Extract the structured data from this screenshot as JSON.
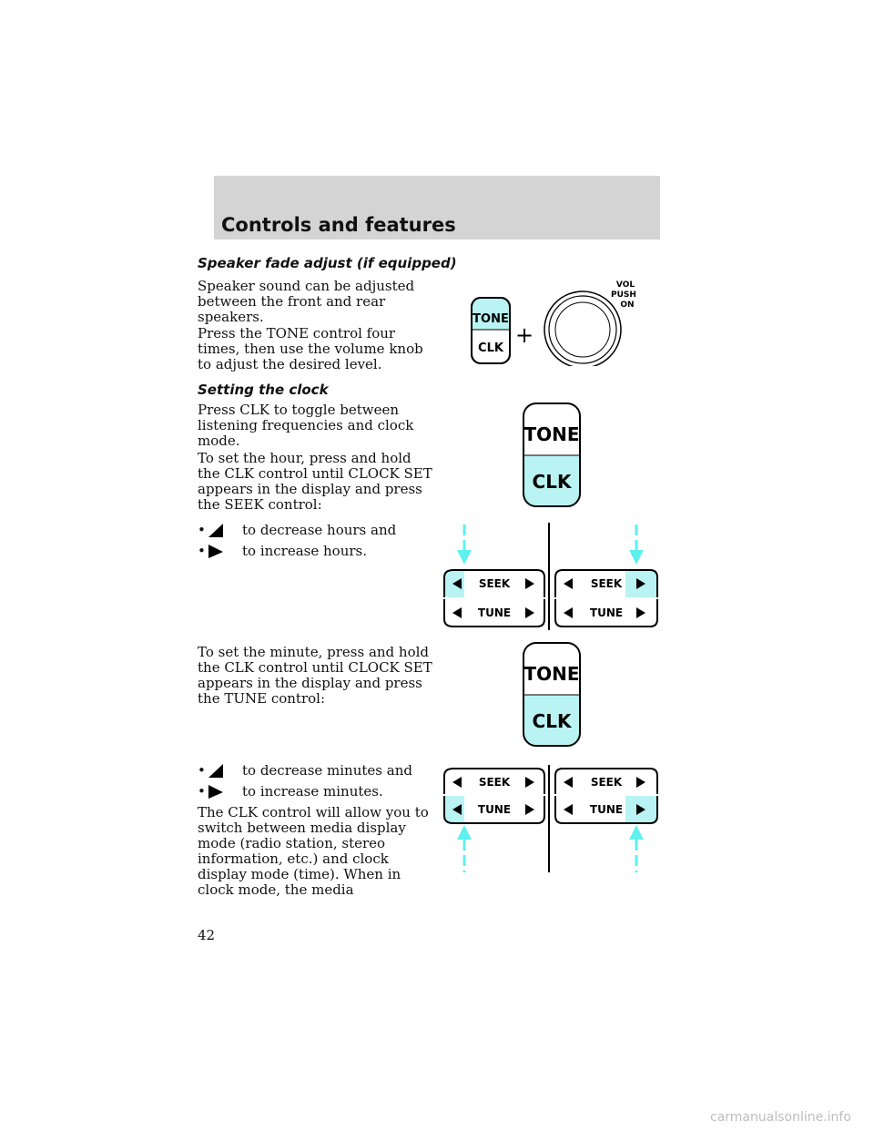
{
  "header": {
    "title": "Controls and features"
  },
  "section_fade": {
    "heading": "Speaker fade adjust (if equipped)",
    "p1": "Speaker sound can be adjusted between the front and rear speakers.",
    "p2": "Press the TONE control four times, then use the volume knob to adjust the desired level."
  },
  "section_clock": {
    "heading": "Setting the clock",
    "p1": "Press CLK to toggle between listening frequencies and clock mode.",
    "p2": "To set the hour, press and hold the CLK control until CLOCK SET appears in the display and press the SEEK control:",
    "hour_bullets": [
      "to decrease hours and",
      "to increase hours."
    ],
    "p3": "To set the minute, press and hold the CLK control until CLOCK SET appears in the display and press the TUNE control:",
    "minute_bullets": [
      "to decrease minutes and",
      "to increase minutes."
    ],
    "p4": "The CLK control will allow you to switch between media display mode (radio station, stereo information, etc.) and clock display mode (time). When in clock mode, the media"
  },
  "figures": {
    "tone_label": "TONE",
    "clk_label": "CLK",
    "plus": "+",
    "vol_line1": "VOL",
    "vol_line2": "PUSH",
    "vol_line3": "ON",
    "seek_label": "SEEK",
    "tune_label": "TUNE"
  },
  "bullet_symbol": "•",
  "page_number": "42",
  "watermark": "carmanualsonline.info",
  "colors": {
    "header_bg": "#d4d4d4",
    "highlight": "#b9f3f3",
    "arrow": "#5ff0f0"
  }
}
